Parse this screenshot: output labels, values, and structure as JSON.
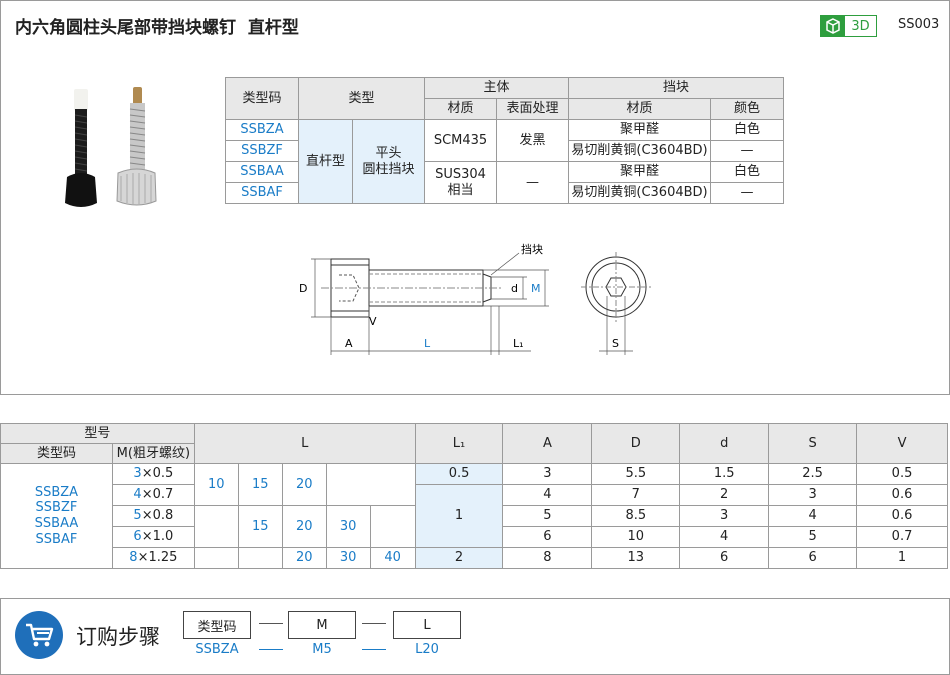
{
  "header": {
    "title": "内六角圆柱头尾部带挡块螺钉  直杆型",
    "badge_3d": "3D",
    "code": "SS003"
  },
  "spec_table": {
    "h_type_code": "类型码",
    "h_type": "类型",
    "h_body": "主体",
    "h_stopper": "挡块",
    "h_material": "材质",
    "h_surface": "表面处理",
    "h_stop_material": "材质",
    "h_color": "颜色",
    "codes": [
      "SSBZA",
      "SSBZF",
      "SSBAA",
      "SSBAF"
    ],
    "type_shape": "直杆型",
    "type_stop": "平头\n圆柱挡块",
    "body_mat_1": "SCM435",
    "body_mat_2": "SUS304\n相当",
    "surface_1": "发黑",
    "surface_2": "—",
    "stop_mats": [
      "聚甲醛",
      "易切削黄铜(C3604BD)",
      "聚甲醛",
      "易切削黄铜(C3604BD)"
    ],
    "colors": [
      "白色",
      "—",
      "白色",
      "—"
    ]
  },
  "drawing": {
    "label_stopper": "挡块",
    "D": "D",
    "d": "d",
    "M": "M",
    "V": "V",
    "A": "A",
    "L": "L",
    "L1": "L₁",
    "S": "S"
  },
  "dim_table": {
    "h_model": "型号",
    "h_type_code": "类型码",
    "h_m": "M(粗牙螺纹)",
    "h_L": "L",
    "h_L1": "L₁",
    "h_A": "A",
    "h_D": "D",
    "h_d": "d",
    "h_S": "S",
    "h_V": "V",
    "codes": "SSBZA\nSSBZF\nSSBAA\nSSBAF",
    "rows": [
      {
        "m_num": "3",
        "m_pitch": "×0.5",
        "L": [
          "10",
          "15",
          "20",
          ""
        ],
        "A": "3",
        "D": "5.5",
        "d": "1.5",
        "S": "2.5",
        "V": "0.5"
      },
      {
        "m_num": "4",
        "m_pitch": "×0.7",
        "L": [
          "10",
          "15",
          "20",
          ""
        ],
        "A": "4",
        "D": "7",
        "d": "2",
        "S": "3",
        "V": "0.6"
      },
      {
        "m_num": "5",
        "m_pitch": "×0.8",
        "L": [
          "",
          "15",
          "20",
          "30"
        ],
        "A": "5",
        "D": "8.5",
        "d": "3",
        "S": "4",
        "V": "0.6"
      },
      {
        "m_num": "6",
        "m_pitch": "×1.0",
        "L": [
          "",
          "15",
          "20",
          "30"
        ],
        "A": "6",
        "D": "10",
        "d": "4",
        "S": "5",
        "V": "0.7"
      },
      {
        "m_num": "8",
        "m_pitch": "×1.25",
        "L": [
          "20",
          "30",
          "40"
        ],
        "A": "8",
        "D": "13",
        "d": "6",
        "S": "6",
        "V": "1"
      }
    ],
    "L1_values": [
      "0.5",
      "1",
      "2"
    ]
  },
  "order": {
    "title": "订购步骤",
    "box_code": "类型码",
    "box_m": "M",
    "box_l": "L",
    "val_code": "SSBZA",
    "val_m": "M5",
    "val_l": "L20"
  },
  "colors": {
    "accent": "#1a7cc7",
    "label_bg": "#e4f1fb",
    "badge": "#2e9e3e",
    "cart": "#1f6fba"
  }
}
